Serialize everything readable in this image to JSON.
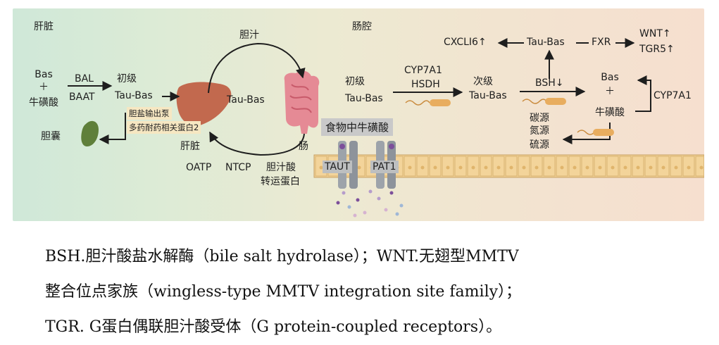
{
  "regions": {
    "liver": "肝脏",
    "intestine": "肠腔"
  },
  "labels": {
    "bas_plus_taurine": [
      "Bas",
      "＋",
      "牛磺酸"
    ],
    "bal": "BAL",
    "baat": "BAAT",
    "primary_tau_bas": [
      "初级",
      "Tau-Bas"
    ],
    "bile": "胆汁",
    "tau_bas_circle": "Tau-Bas",
    "gallbladder": "胆囊",
    "bsep": "胆盐输出泵",
    "mrp2": "多药耐药相关蛋白2",
    "liver_small": "肝脏",
    "gut_small": "肠",
    "oatp": "OATP",
    "ntcp": "NTCP",
    "bile_acid_transporter": [
      "胆汁酸",
      "转运蛋白"
    ],
    "intestine_primary": [
      "初级",
      "Tau-Bas"
    ],
    "cyp7a1_hsdh": [
      "CYP7A1",
      "HSDH"
    ],
    "secondary_tau_bas": [
      "次级",
      "Tau-Bas"
    ],
    "bsh": "BSH↓",
    "tau_bas_top": "Tau-Bas",
    "fxr": "FXR",
    "cxcl16": "CXCLI6↑",
    "wnt": "WNT↑",
    "tgr5": "TGR5↑",
    "bas_plus_taurine_right": [
      "Bas",
      "＋",
      "牛磺酸"
    ],
    "cyp7a1_right": "CYP7A1",
    "sources": [
      "碳源",
      "氮源",
      "硫源"
    ],
    "food_taurine": "食物中牛磺酸",
    "taut": "TAUT",
    "pat1": "PAT1"
  },
  "caption": [
    "BSH.胆汁酸盐水解酶（bile salt hydrolase）；WNT.无翅型MMTV",
    "整合位点家族（wingless-type MMTV integration site family）；",
    "TGR. G蛋白偶联胆汁酸受体（G protein-coupled receptors）。"
  ],
  "colors": {
    "liver": "#c2694e",
    "intestine": "#e58a95",
    "gallbladder": "#5f7f3a",
    "epithelium": "#f3d49a",
    "bacteria": "#e8ad5f"
  }
}
